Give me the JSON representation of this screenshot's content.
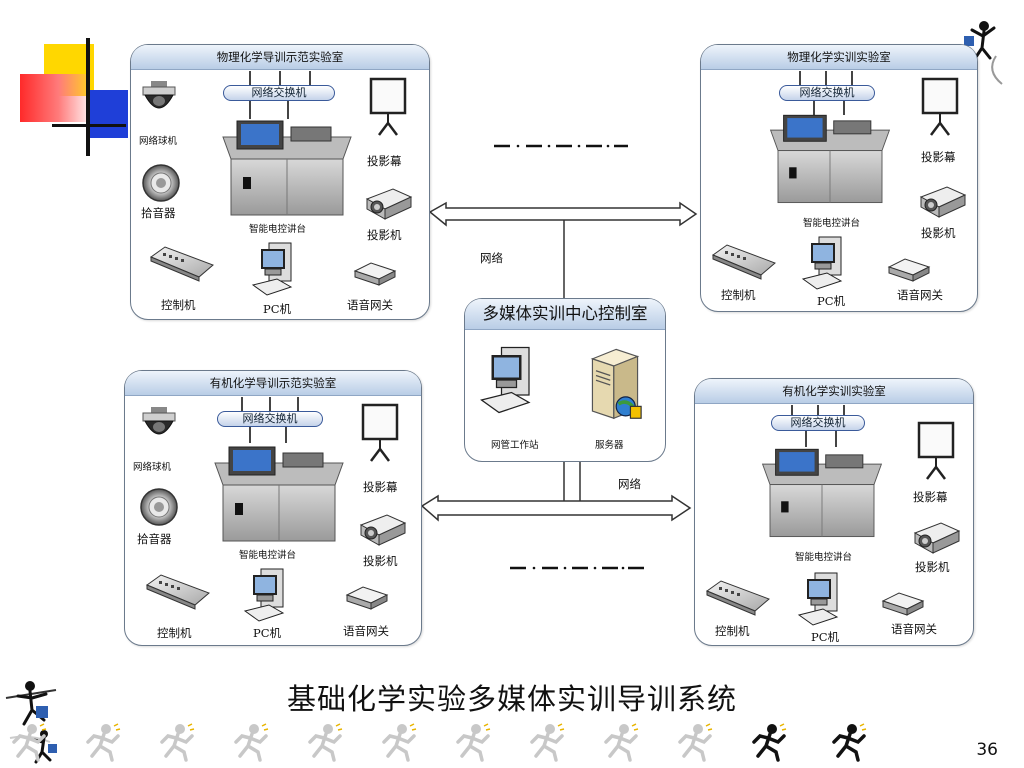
{
  "labs": [
    {
      "title": "物理化学导训示范实验室",
      "switch": "网络交换机",
      "camera": "网络球机",
      "mic": "拾音器",
      "podium": "智能电控讲台",
      "screen": "投影幕",
      "projector": "投影机",
      "controller": "控制机",
      "pc": "PC机",
      "gateway": "语音网关"
    },
    {
      "title": "物理化学实训实验室",
      "switch": "网络交换机",
      "podium": "智能电控讲台",
      "screen": "投影幕",
      "projector": "投影机",
      "controller": "控制机",
      "pc": "PC机",
      "gateway": "语音网关"
    },
    {
      "title": "有机化学导训示范实验室",
      "switch": "网络交换机",
      "camera": "网络球机",
      "mic": "拾音器",
      "podium": "智能电控讲台",
      "screen": "投影幕",
      "projector": "投影机",
      "controller": "控制机",
      "pc": "PC机",
      "gateway": "语音网关"
    },
    {
      "title": "有机化学实训实验室",
      "switch": "网络交换机",
      "podium": "智能电控讲台",
      "screen": "投影幕",
      "projector": "投影机",
      "controller": "控制机",
      "pc": "PC机",
      "gateway": "语音网关"
    }
  ],
  "center": {
    "title": "多媒体实训中心控制室",
    "workstation": "网管工作站",
    "server": "服务器"
  },
  "network_labels": [
    "网络",
    "网络"
  ],
  "main_title": "基础化学实验多媒体实训导训系统",
  "page_number": "36",
  "colors": {
    "panel_header": "#b9cde6",
    "border": "#6b7a8c",
    "switch_border": "#3a5a9a",
    "decor_yellow": "#ffd700",
    "decor_red": "#ff2a2a",
    "decor_blue": "#1f3fd8"
  }
}
